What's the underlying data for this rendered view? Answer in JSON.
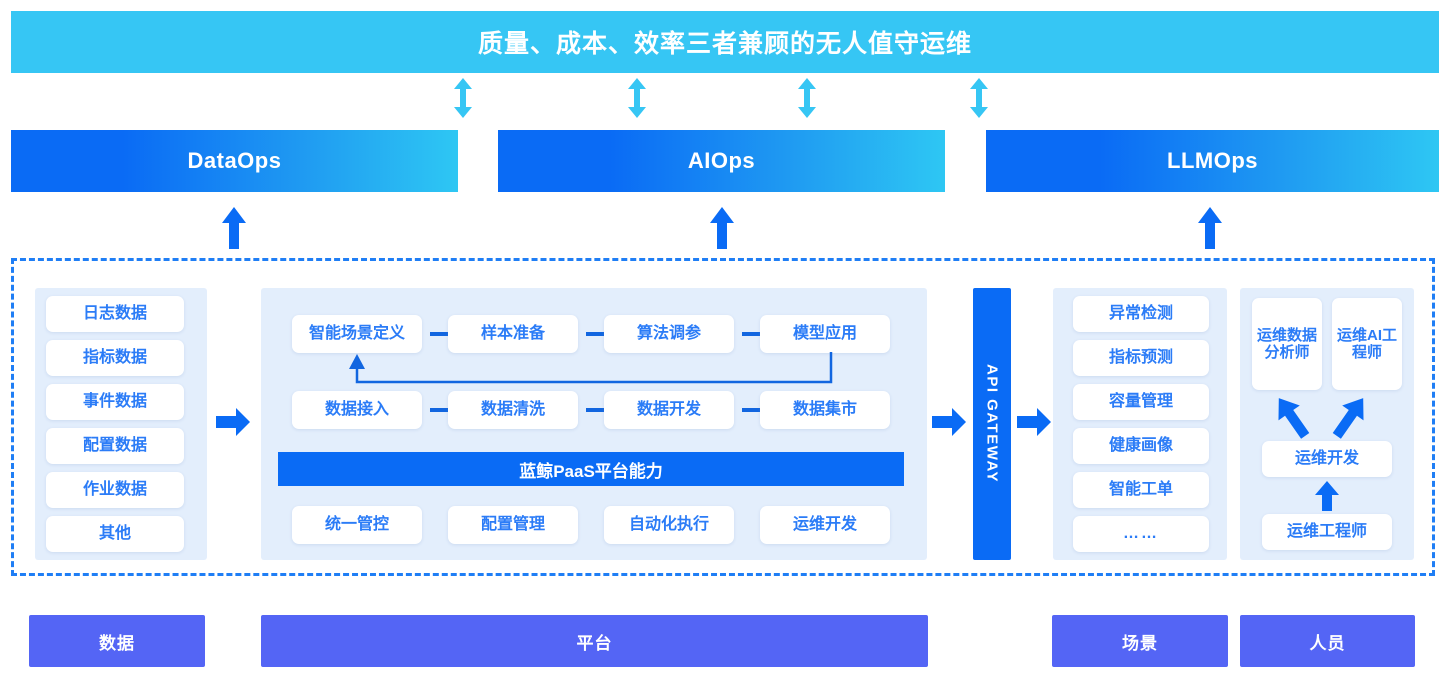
{
  "banner": {
    "title": "质量、成本、效率三者兼顾的无人值守运维"
  },
  "ops_bars": [
    {
      "label": "DataOps"
    },
    {
      "label": "AIOps"
    },
    {
      "label": "LLMOps"
    }
  ],
  "data_column": {
    "items": [
      {
        "label": "日志数据"
      },
      {
        "label": "指标数据"
      },
      {
        "label": "事件数据"
      },
      {
        "label": "配置数据"
      },
      {
        "label": "作业数据"
      },
      {
        "label": "其他"
      }
    ]
  },
  "platform": {
    "ai_flow": [
      {
        "label": "智能场景定义"
      },
      {
        "label": "样本准备"
      },
      {
        "label": "算法调参"
      },
      {
        "label": "模型应用"
      }
    ],
    "data_flow": [
      {
        "label": "数据接入"
      },
      {
        "label": "数据清洗"
      },
      {
        "label": "数据开发"
      },
      {
        "label": "数据集市"
      }
    ],
    "paas_title": "蓝鲸PaaS平台能力",
    "paas_items": [
      {
        "label": "统一管控"
      },
      {
        "label": "配置管理"
      },
      {
        "label": "自动化执行"
      },
      {
        "label": "运维开发"
      }
    ]
  },
  "api_gateway": {
    "label": "API GATEWAY"
  },
  "scenarios": {
    "items": [
      {
        "label": "异常检测"
      },
      {
        "label": "指标预测"
      },
      {
        "label": "容量管理"
      },
      {
        "label": "健康画像"
      },
      {
        "label": "智能工单"
      },
      {
        "label": "……"
      }
    ]
  },
  "personnel": {
    "data_analyst": "运维数据分析师",
    "ai_engineer": "运维AI工程师",
    "dev": "运维开发",
    "engineer": "运维工程师"
  },
  "legend": [
    {
      "label": "数据"
    },
    {
      "label": "平台"
    },
    {
      "label": "场景"
    },
    {
      "label": "人员"
    }
  ],
  "colors": {
    "banner_cyan": "#36c6f4",
    "deep_blue": "#0a6bf5",
    "text_blue": "#2b7cf7",
    "panel_blue": "#e3eefc",
    "legend_purple": "#5465f5",
    "dashed_border": "#1f7ef5"
  }
}
